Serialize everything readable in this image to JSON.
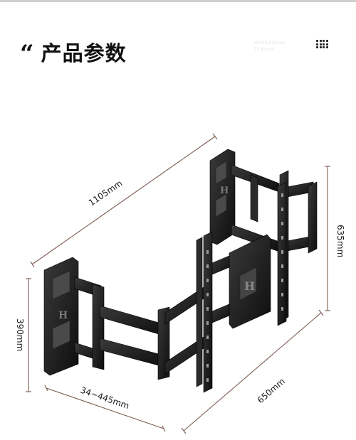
{
  "header": {
    "quote_mark": "“",
    "title": "产品参数",
    "faint_line1": "Multifunctional",
    "faint_line2": "TV Mount"
  },
  "icons": {
    "menu": "grid-dots-icon"
  },
  "dimensions": {
    "width_total": "1105mm",
    "height_right": "635mm",
    "height_left": "390mm",
    "extension": "34~445mm",
    "depth": "650mm"
  },
  "colors": {
    "dimension_line": "#7a5a50",
    "metal": "#1c1c1c",
    "background": "#ffffff"
  }
}
